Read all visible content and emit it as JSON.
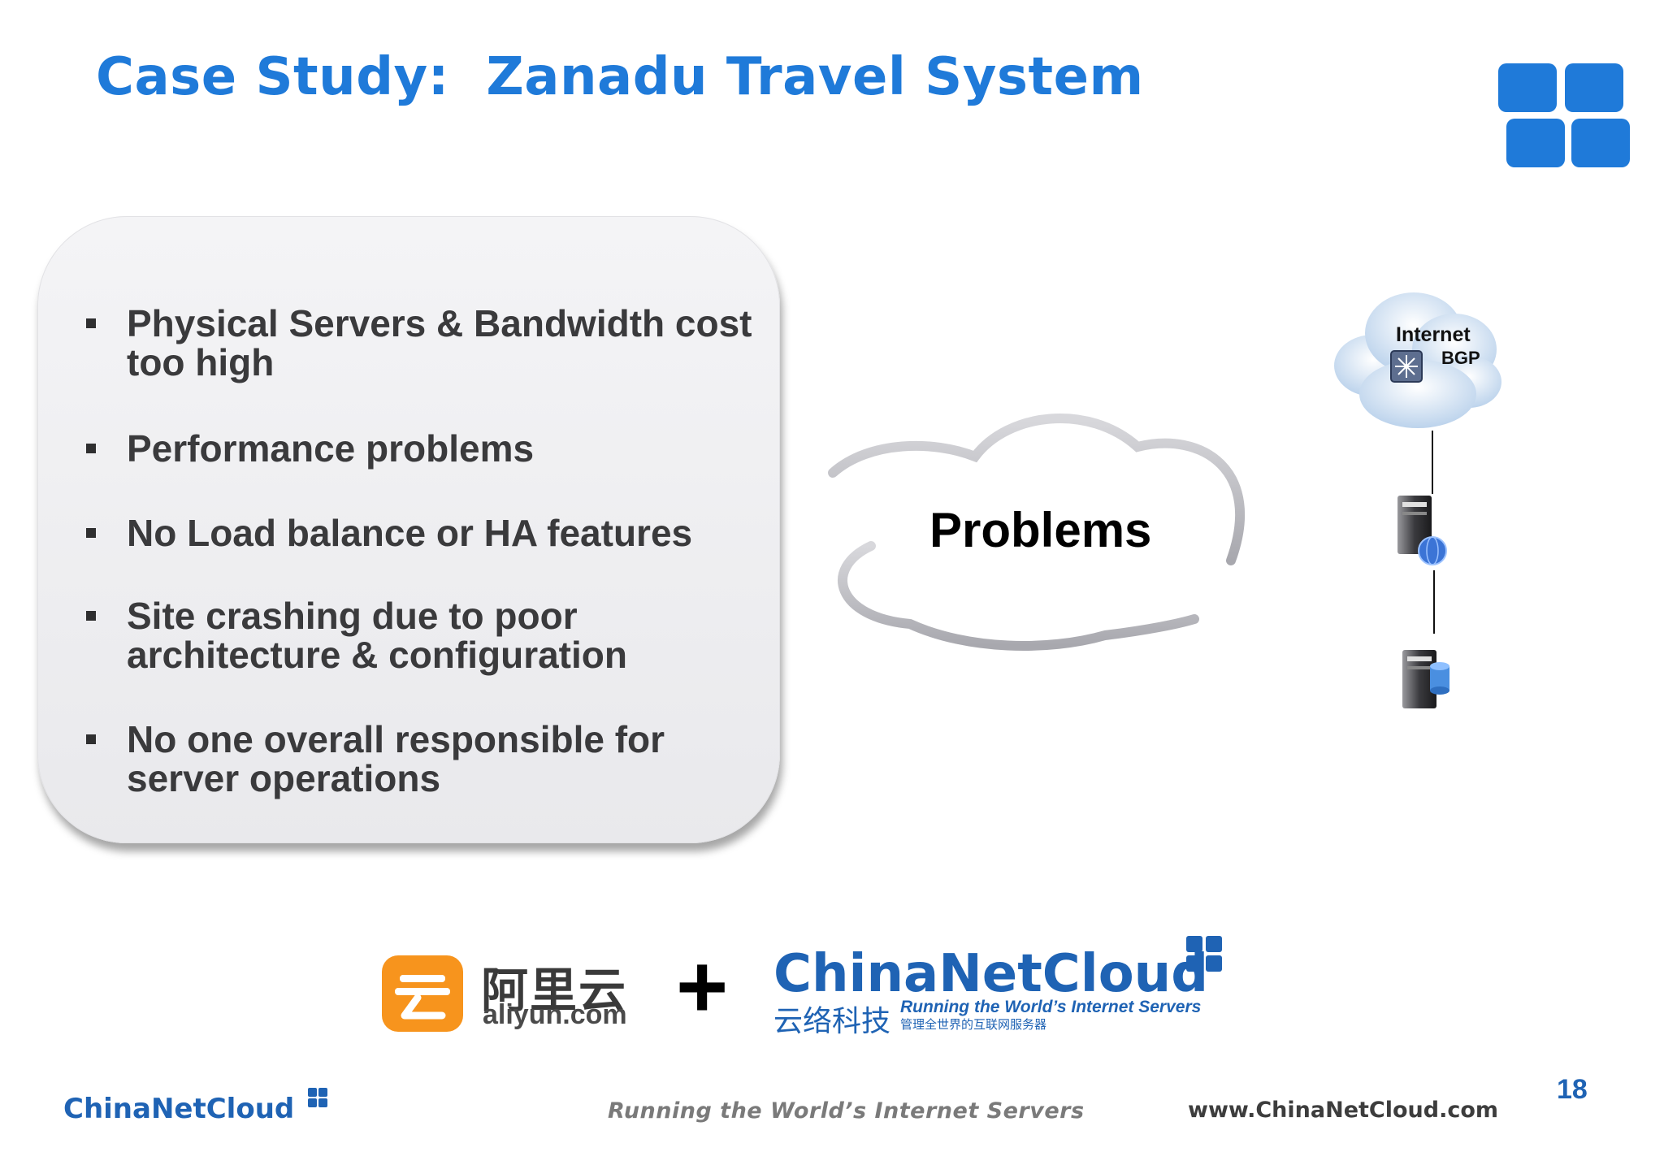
{
  "slide": {
    "title": "Case Study:  Zanadu Travel System",
    "page_number": "18"
  },
  "bullets": [
    {
      "text": "Physical Servers & Bandwidth cost too high"
    },
    {
      "text": "Performance problems"
    },
    {
      "text": "No Load balance or HA features"
    },
    {
      "text": "Site crashing due to poor architecture & configuration"
    },
    {
      "text": "No one overall responsible for server operations"
    }
  ],
  "cloud": {
    "label": "Problems"
  },
  "diagram": {
    "internet_label": "Internet",
    "bgp_label": "BGP"
  },
  "partners": {
    "aliyun_cn": "阿里云",
    "aliyun_en": "aliyun.com",
    "plus": "+",
    "chinanetcloud": "ChinaNetCloud",
    "chinanetcloud_cn": "云络科技",
    "chinanetcloud_slogan": "Running the World’s Internet Servers",
    "chinanetcloud_slogan_cn": "管理全世界的互联网服务器"
  },
  "footer": {
    "logo": "ChinaNetCloud",
    "slogan": "Running the World’s Internet Servers",
    "url": "www.ChinaNetCloud.com"
  },
  "colors": {
    "brand_blue": "#1f7ad9",
    "dark_blue": "#1f63b4",
    "aliyun_orange": "#f7941d"
  }
}
